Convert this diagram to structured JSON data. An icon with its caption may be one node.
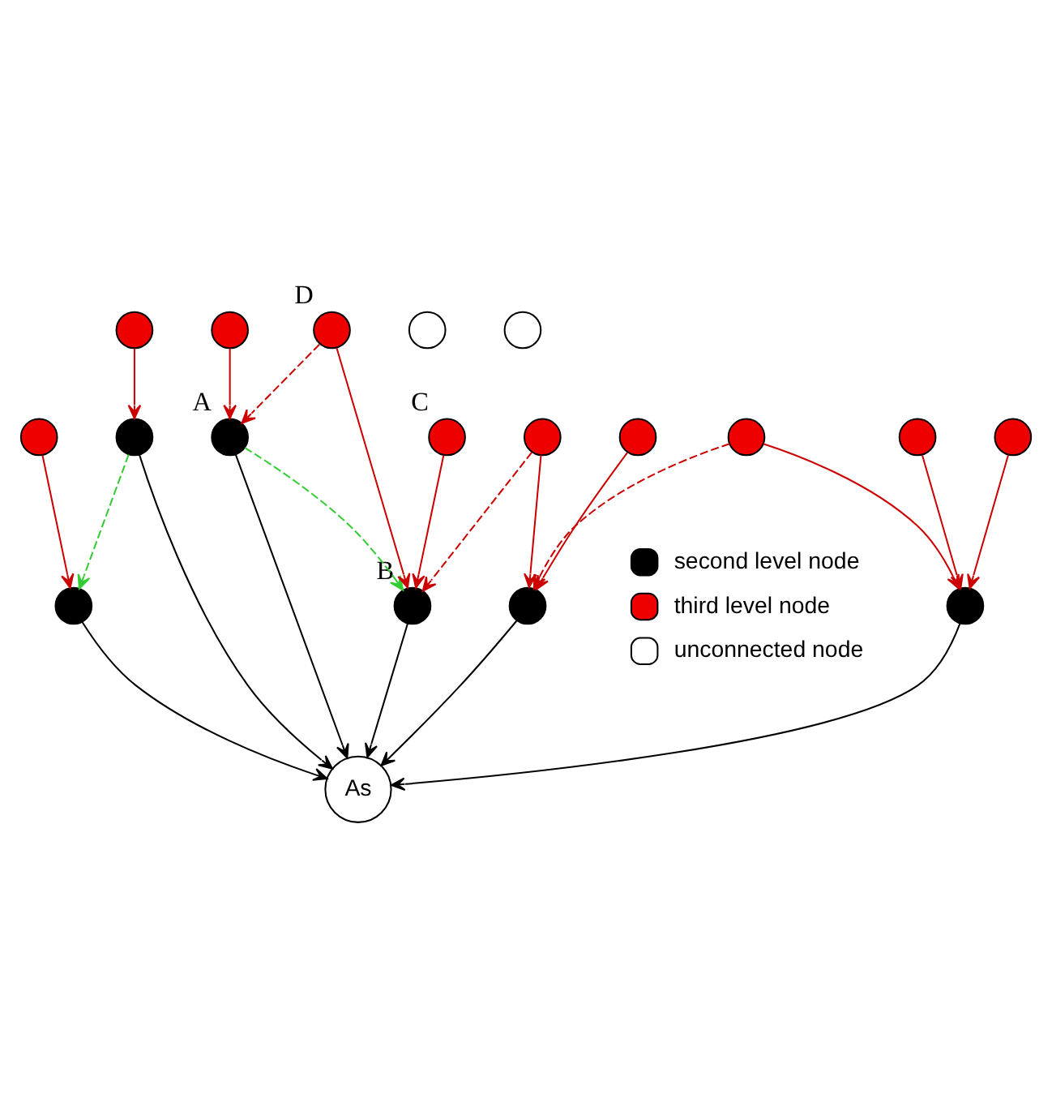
{
  "diagram": {
    "nodes": [
      {
        "text": [],
        "shape": "circle"
      },
      {
        "text": [],
        "shape": "circle"
      },
      {
        "text": [],
        "shape": "circle"
      },
      {
        "text": [],
        "shape": "circle"
      },
      {
        "text": [],
        "shape": "circle",
        "beside": [
          "A"
        ]
      },
      {
        "text": [],
        "shape": "circle"
      },
      {
        "text": [],
        "shape": "circle"
      },
      {
        "text": [],
        "shape": "circle",
        "beside": [
          "D"
        ]
      },
      {
        "text": [
          "As"
        ]
      },
      {
        "text": [],
        "shape": "circle",
        "beside": [
          "B"
        ]
      },
      {
        "text": [],
        "shape": "circle"
      },
      {
        "text": [],
        "shape": "circle"
      },
      {
        "text": [],
        "shape": "circle"
      },
      {
        "text": [],
        "shape": "circle",
        "beside": [
          "C"
        ]
      },
      {
        "text": [],
        "shape": "circle"
      },
      {
        "text": [],
        "shape": "circle"
      },
      {
        "text": [],
        "shape": "circle"
      },
      {
        "text": [],
        "shape": "circle"
      },
      {
        "text": [],
        "shape": "circle"
      }
    ],
    "edges": [
      {
        "from": 0,
        "to": 3,
        "arrow": "to"
      },
      {
        "from": 1,
        "to": 3,
        "arrow": "to",
        "style": "dashed",
        "color": "#33cc33"
      },
      {
        "from": 3,
        "to": 8,
        "arrow": "to",
        "color": "#000000"
      },
      {
        "from": 1,
        "to": 8,
        "arrow": "to",
        "color": "#000000"
      },
      {
        "from": 6,
        "to": 1,
        "arrow": "to"
      },
      {
        "from": 2,
        "to": 4,
        "arrow": "to"
      },
      {
        "from": 7,
        "to": 4,
        "arrow": "to",
        "style": "dashed"
      },
      {
        "from": 4,
        "to": 9,
        "arrow": "to",
        "style": "dashed",
        "color": "#33cc33"
      },
      {
        "from": 4,
        "to": 8,
        "arrow": "to",
        "color": "#000000"
      },
      {
        "from": 7,
        "to": 9,
        "arrow": "to"
      },
      {
        "from": 9,
        "to": 8,
        "arrow": "to",
        "color": "#000000"
      },
      {
        "from": 13,
        "to": 9,
        "arrow": "to"
      },
      {
        "from": 17,
        "to": 9,
        "arrow": "to",
        "style": "dashed"
      },
      {
        "from": 12,
        "to": 16,
        "arrow": "to"
      },
      {
        "from": 17,
        "to": 16,
        "arrow": "to"
      },
      {
        "from": 16,
        "to": 8,
        "arrow": "to",
        "color": "#000000"
      },
      {
        "from": 15,
        "to": 8,
        "arrow": "to",
        "color": "#000000"
      },
      {
        "from": 11,
        "to": 15,
        "arrow": "to"
      },
      {
        "from": 14,
        "to": 15,
        "arrow": "to"
      },
      {
        "from": 18,
        "to": 15,
        "arrow": "to"
      },
      {
        "from": 18,
        "to": 16,
        "arrow": "to",
        "style": "dashed"
      }
    ],
    "legend": [
      {
        "text": "second level node"
      },
      {
        "text": "third level node"
      },
      {
        "text": "unconnected node"
      }
    ]
  }
}
